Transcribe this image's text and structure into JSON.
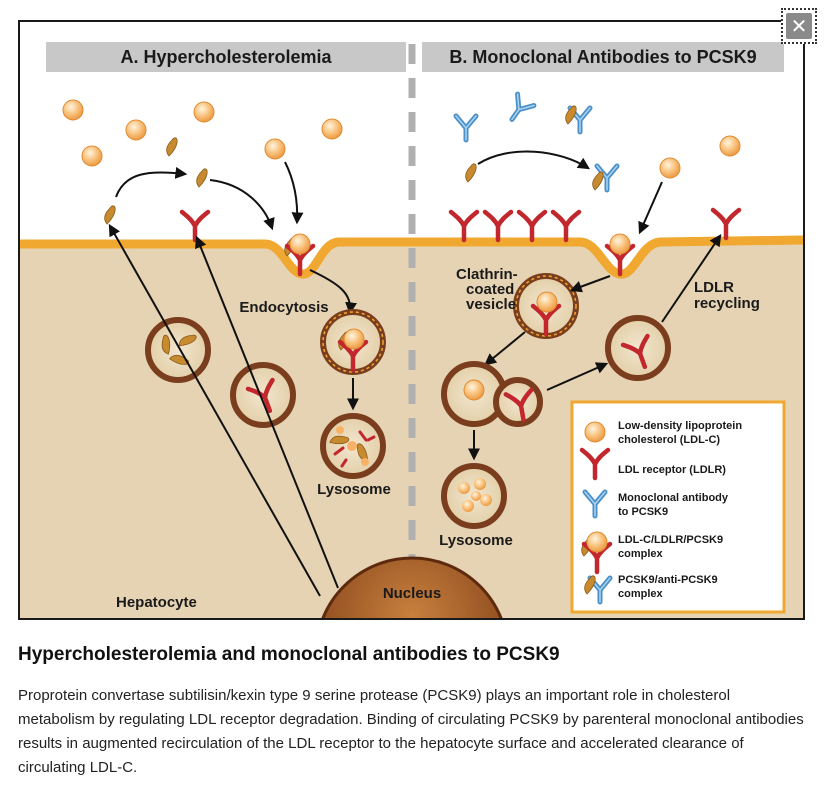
{
  "close_button": {
    "icon": "close-icon",
    "glyph": "✕"
  },
  "figure": {
    "panel_a_title": "A. Hypercholesterolemia",
    "panel_b_title": "B. Monoclonal Antibodies to PCSK9",
    "labels": {
      "endocytosis": "Endocytosis",
      "lysosome_a": "Lysosome",
      "lysosome_b": "Lysosome",
      "hepatocyte": "Hepatocyte",
      "nucleus": "Nucleus",
      "clathrin_line1": "Clathrin-",
      "clathrin_line2": "coated",
      "clathrin_line3": "vesicle",
      "ldlr_line1": "LDLR",
      "ldlr_line2": "recycling"
    },
    "legend": {
      "ldl_line1": "Low-density lipoprotein",
      "ldl_line2": "cholesterol (LDL-C)",
      "receptor": "LDL receptor (LDLR)",
      "antibody_line1": "Monoclonal antibody",
      "antibody_line2": "to PCSK9",
      "complex_line1": "LDL-C/LDLR/PCSK9",
      "complex_line2": "complex",
      "pcsk9_line1": "PCSK9/anti-PCSK9",
      "pcsk9_line2": "complex"
    },
    "colors": {
      "cell": "#e6d3b3",
      "membrane": "#f0a830",
      "header_bar": "#c8c8c8",
      "ldl": "#f7b267",
      "receptor": "#c1272d",
      "antibody": "#4a90c8",
      "pcsk9": "#c88a2e",
      "vesicle_ring": "#7a3e1e",
      "nucleus": "#8b4a1e",
      "legend_border": "#f0a830"
    }
  },
  "caption": {
    "title": "Hypercholesterolemia and monoclonal antibodies to PCSK9",
    "body": "Proprotein convertase subtilisin/kexin type 9 serine protease (PCSK9) plays an important role in cholesterol metabolism by regulating LDL receptor degradation. Binding of circulating PCSK9 by parenteral monoclonal antibodies results in augmented recirculation of the LDL receptor to the hepatocyte surface and accelerated clearance of circulating LDL-C."
  }
}
